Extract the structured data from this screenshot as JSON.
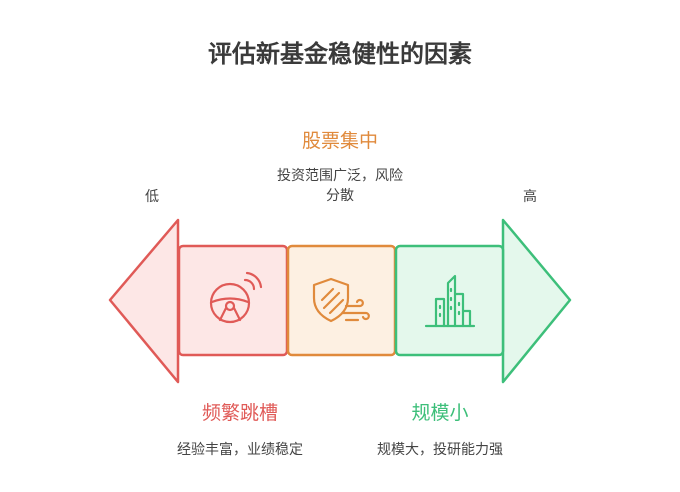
{
  "title": "评估新基金稳健性的因素",
  "axis": {
    "left_label": "低",
    "right_label": "高"
  },
  "colors": {
    "red": "#e05a57",
    "orange": "#e08a3c",
    "green": "#3dbf7a"
  },
  "factors": [
    {
      "heading": "频繁跳槽",
      "description": "经验丰富，业绩稳定",
      "icon": "steering-wheel-icon",
      "color": "#e05a57"
    },
    {
      "heading": "股票集中",
      "description_line1": "投资范围广泛，风险",
      "description_line2": "分散",
      "icon": "shield-wind-icon",
      "color": "#e08a3c"
    },
    {
      "heading": "规模小",
      "description": "规模大，投研能力强",
      "icon": "city-buildings-icon",
      "color": "#3dbf7a"
    }
  ]
}
